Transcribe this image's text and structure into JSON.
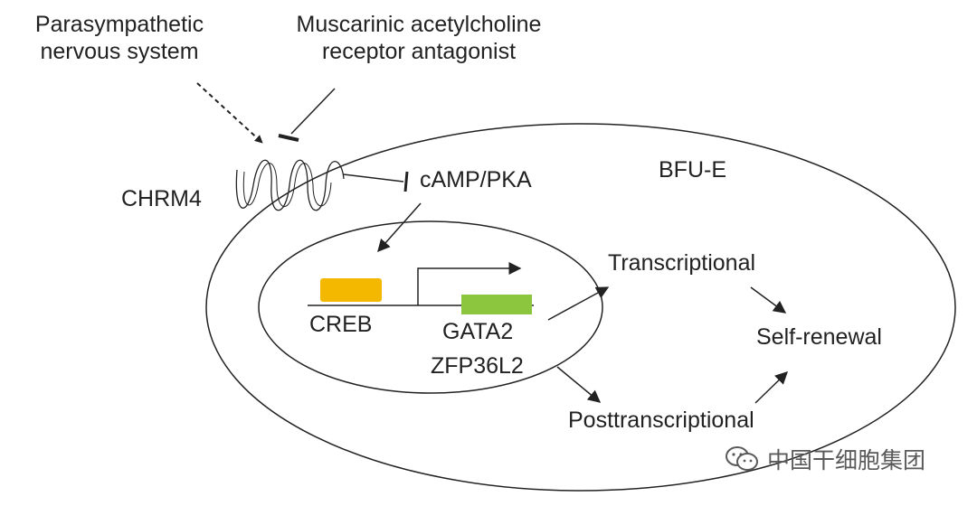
{
  "labels": {
    "parasympathetic_line1": "Parasympathetic",
    "parasympathetic_line2": "nervous system",
    "antagonist_line1": "Muscarinic acetylcholine",
    "antagonist_line2": "receptor antagonist",
    "chrm4": "CHRM4",
    "camp_pka": "cAMP/PKA",
    "bfu_e": "BFU-E",
    "creb": "CREB",
    "gata2": "GATA2",
    "zfp36l2": "ZFP36L2",
    "transcriptional": "Transcriptional",
    "posttranscriptional": "Posttranscriptional",
    "self_renewal": "Self-renewal"
  },
  "watermark": {
    "text": "中国干细胞集团",
    "icon": "wechat-icon"
  },
  "colors": {
    "creb_box": "#f5b800",
    "gata2_box": "#8cc63f",
    "line": "#222222"
  }
}
